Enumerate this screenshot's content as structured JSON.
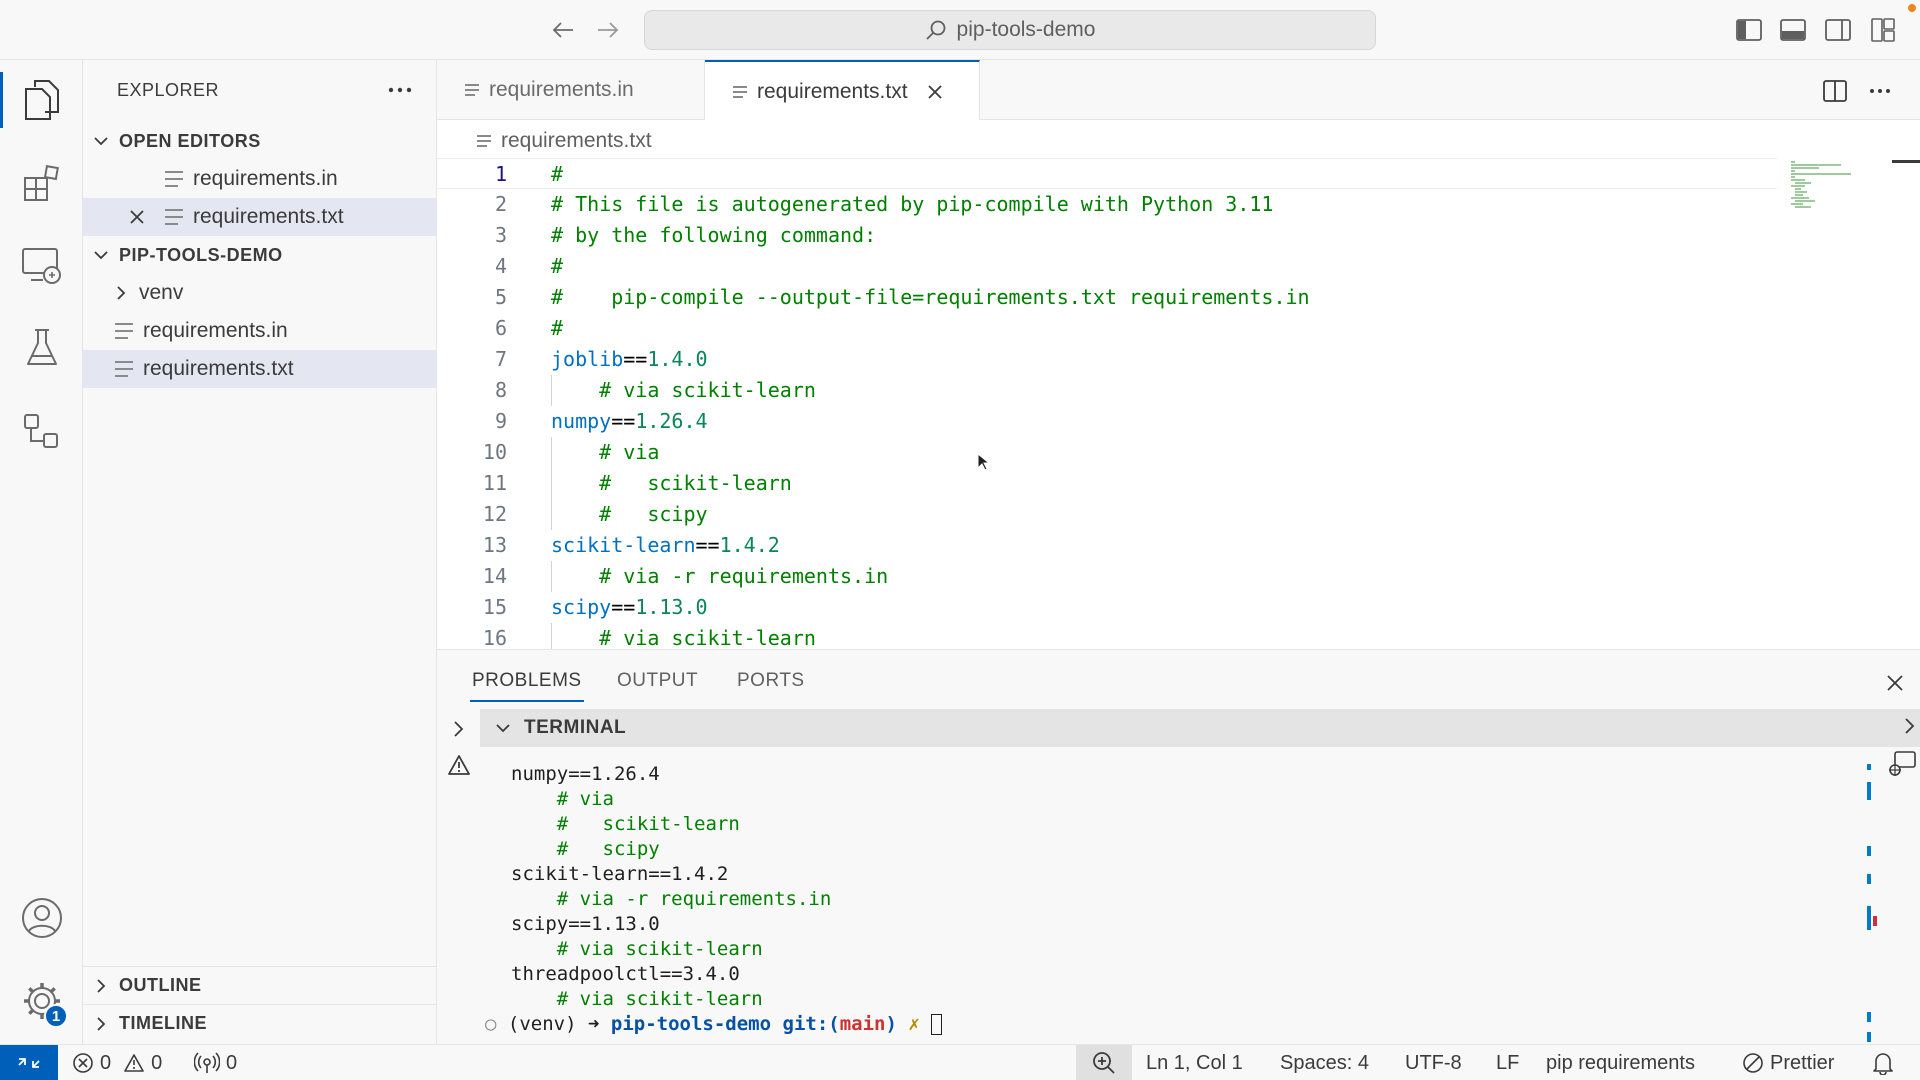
{
  "titlebar": {
    "search_label": "pip-tools-demo"
  },
  "sidebar": {
    "title": "EXPLORER",
    "open_editors_label": "OPEN EDITORS",
    "open_editors": [
      "requirements.in",
      "requirements.txt"
    ],
    "folder_label": "PIP-TOOLS-DEMO",
    "tree": [
      "venv",
      "requirements.in",
      "requirements.txt"
    ],
    "outline_label": "OUTLINE",
    "timeline_label": "TIMELINE"
  },
  "tabs": [
    "requirements.in",
    "requirements.txt"
  ],
  "editor": {
    "breadcrumb": "requirements.txt",
    "lines": [
      {
        "n": "1",
        "c": "#"
      },
      {
        "n": "2",
        "c": "# This file is autogenerated by pip-compile with Python 3.11"
      },
      {
        "n": "3",
        "c": "# by the following command:"
      },
      {
        "n": "4",
        "c": "#"
      },
      {
        "n": "5",
        "c": "#    pip-compile --output-file=requirements.txt requirements.in"
      },
      {
        "n": "6",
        "c": "#"
      },
      {
        "n": "7",
        "pkg": "joblib",
        "op": "==",
        "ver": "1.4.0"
      },
      {
        "n": "8",
        "c": "    # via scikit-learn"
      },
      {
        "n": "9",
        "pkg": "numpy",
        "op": "==",
        "ver": "1.26.4"
      },
      {
        "n": "10",
        "c": "    # via"
      },
      {
        "n": "11",
        "c": "    #   scikit-learn"
      },
      {
        "n": "12",
        "c": "    #   scipy"
      },
      {
        "n": "13",
        "pkg": "scikit-learn",
        "op": "==",
        "ver": "1.4.2"
      },
      {
        "n": "14",
        "c": "    # via -r requirements.in"
      },
      {
        "n": "15",
        "pkg": "scipy",
        "op": "==",
        "ver": "1.13.0"
      },
      {
        "n": "16",
        "c": "    # via scikit-learn"
      }
    ]
  },
  "panel": {
    "tabs": [
      "PROBLEMS",
      "OUTPUT",
      "PORTS"
    ],
    "terminal_label": "TERMINAL",
    "terminal_lines": [
      {
        "t": "numpy==1.26.4",
        "cm": false
      },
      {
        "t": "    # via",
        "cm": true
      },
      {
        "t": "    #   scikit-learn",
        "cm": true
      },
      {
        "t": "    #   scipy",
        "cm": true
      },
      {
        "t": "scikit-learn==1.4.2",
        "cm": false
      },
      {
        "t": "    # via -r requirements.in",
        "cm": true
      },
      {
        "t": "scipy==1.13.0",
        "cm": false
      },
      {
        "t": "    # via scikit-learn",
        "cm": true
      },
      {
        "t": "threadpoolctl==3.4.0",
        "cm": false
      },
      {
        "t": "    # via scikit-learn",
        "cm": true
      }
    ],
    "prompt": {
      "circle": "○",
      "venv": "(venv)",
      "arrow": "➜",
      "dir": "pip-tools-demo",
      "git_prefix": "git:(",
      "branch": "main",
      "git_suffix": ")",
      "dirty": "✗"
    }
  },
  "statusbar": {
    "errors": "0",
    "warnings": "0",
    "ports": "0",
    "position": "Ln 1, Col 1",
    "spaces": "Spaces: 4",
    "encoding": "UTF-8",
    "eol": "LF",
    "language": "pip requirements",
    "formatter": "Prettier"
  },
  "badges": {
    "settings": "1"
  },
  "colors": {
    "accent": "#005fb8",
    "comment": "#008000",
    "package": "#0070c1",
    "version": "#098658",
    "branch": "#cd3131"
  }
}
